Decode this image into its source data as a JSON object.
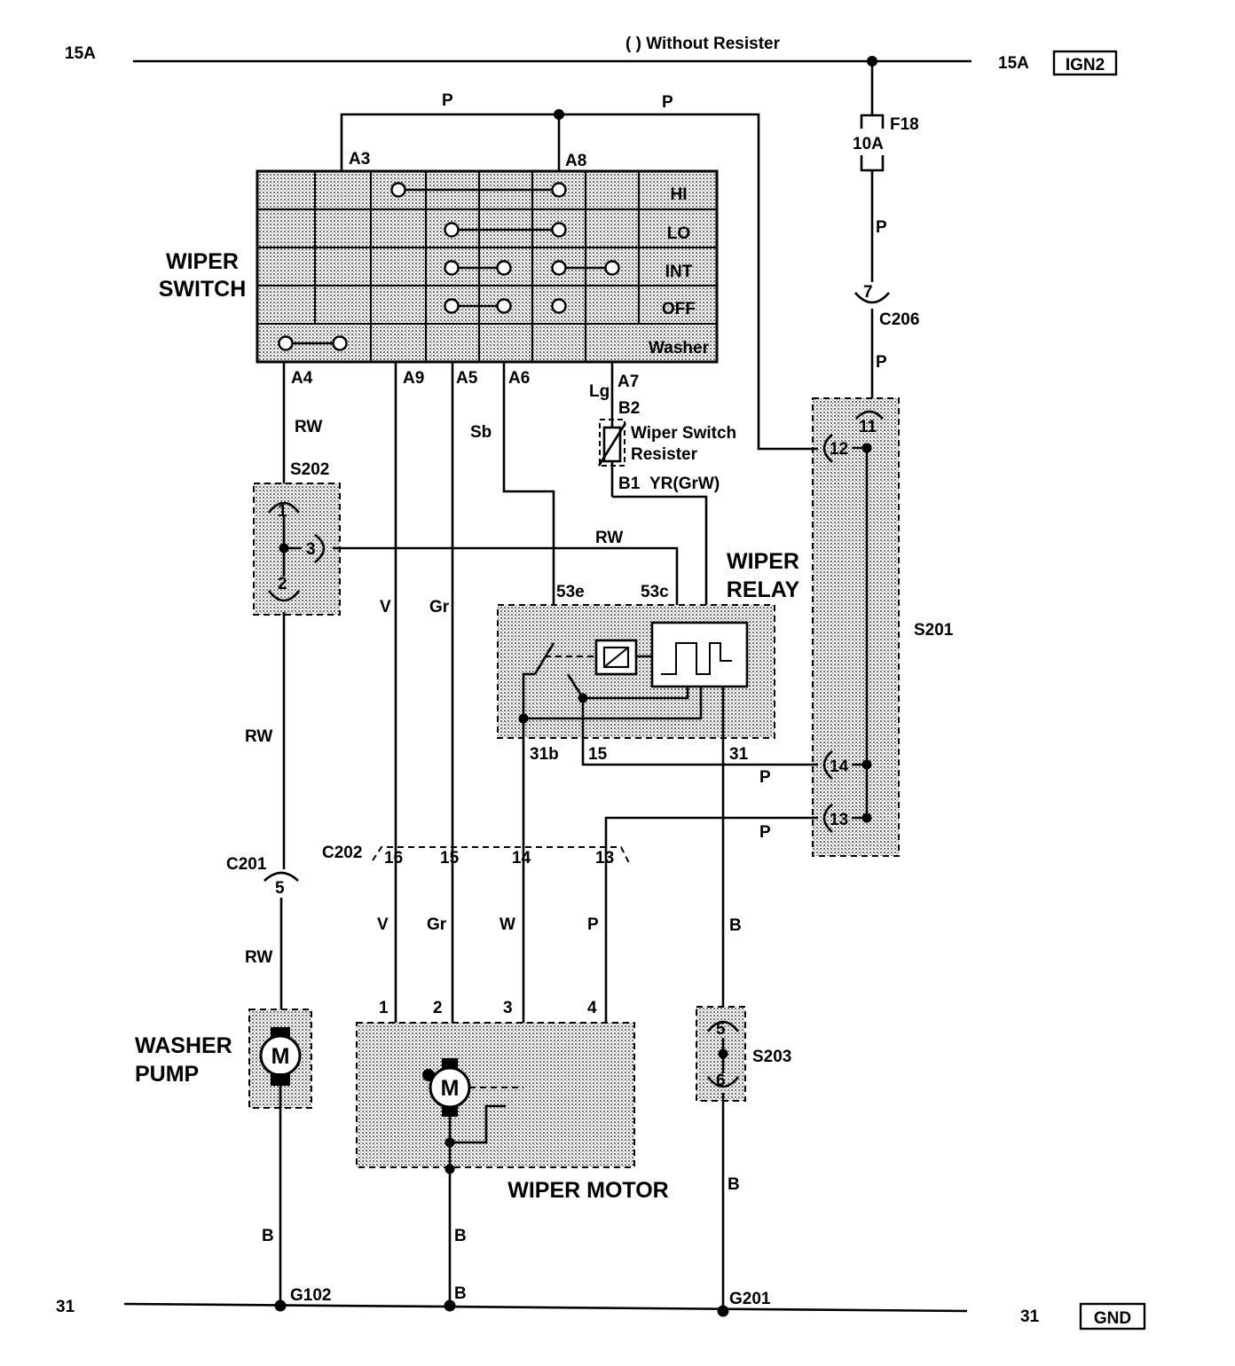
{
  "header": {
    "left_rail": "15A",
    "right_rail": "15A",
    "note": "(   ) Without Resister",
    "ign_box": "IGN2"
  },
  "footer": {
    "left_rail": "31",
    "right_rail": "31",
    "gnd_box": "GND"
  },
  "fuse": {
    "name": "F18",
    "rating": "10A"
  },
  "wiper_switch": {
    "title_line1": "WIPER",
    "title_line2": "SWITCH",
    "rows": [
      "HI",
      "LO",
      "INT",
      "OFF",
      "Washer"
    ],
    "pins": {
      "a3": "A3",
      "a8": "A8",
      "a4": "A4",
      "a9": "A9",
      "a5": "A5",
      "a6": "A6",
      "a7": "A7"
    }
  },
  "resistor": {
    "line1": "Wiper Switch",
    "line2": "Resister",
    "b2": "B2",
    "b1": "B1",
    "wire": "YR(GrW)"
  },
  "wiper_relay": {
    "title_line1": "WIPER",
    "title_line2": "RELAY",
    "t53e": "53e",
    "t53c": "53c",
    "t31b": "31b",
    "t15": "15",
    "t31": "31"
  },
  "splices": {
    "s202": "S202",
    "s201": "S201",
    "s203": "S203"
  },
  "connectors": {
    "c206": "C206",
    "c206_pin": "7",
    "c201": "C201",
    "c201_pin": "5",
    "c202": "C202",
    "c202_p16": "16",
    "c202_p15": "15",
    "c202_p14": "14",
    "c202_p13": "13",
    "s202_p1": "1",
    "s202_p2": "2",
    "s202_p3": "3",
    "s201_p11": "11",
    "s201_p12": "12",
    "s201_p13": "13",
    "s201_p14": "14",
    "s203_p5": "5",
    "s203_p6": "6"
  },
  "wire_colors": {
    "p": "P",
    "rw": "RW",
    "v": "V",
    "gr": "Gr",
    "sb": "Sb",
    "lg": "Lg",
    "w": "W",
    "b": "B"
  },
  "washer_pump": {
    "title_line1": "WASHER",
    "title_line2": "PUMP",
    "motor": "M"
  },
  "wiper_motor": {
    "title": "WIPER MOTOR",
    "motor": "M",
    "p1": "1",
    "p2": "2",
    "p3": "3",
    "p4": "4"
  },
  "grounds": {
    "g102": "G102",
    "g201": "G201"
  }
}
